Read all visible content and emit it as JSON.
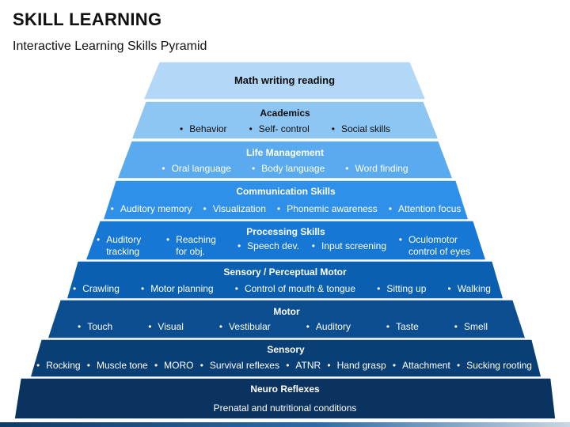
{
  "header": {
    "title": "SKILL LEARNING",
    "subtitle": "Interactive Learning Skills Pyramid"
  },
  "levels": [
    {
      "title": "Math writing reading",
      "items": [],
      "caption": "",
      "fill": "#b3d7f7",
      "text_color": "#0d0d0d"
    },
    {
      "title": "Academics",
      "items": [
        "Behavior",
        "Self- control",
        "Social skills"
      ],
      "caption": "",
      "fill": "#8ec6f3",
      "text_color": "#0d0d0d"
    },
    {
      "title": "Life Management",
      "items": [
        "Oral language",
        "Body language",
        "Word finding"
      ],
      "caption": "",
      "fill": "#5aaaf0",
      "text_color": "#ffffff"
    },
    {
      "title": "Communication Skills",
      "items": [
        "Auditory memory",
        "Visualization",
        "Phonemic awareness",
        "Attention focus"
      ],
      "caption": "",
      "fill": "#2f90ea",
      "text_color": "#ffffff"
    },
    {
      "title": "Processing Skills",
      "items": [
        "Auditory tracking",
        "Reaching for obj.",
        "Speech dev.",
        "Input screening",
        "Oculomotor control of eyes"
      ],
      "caption": "",
      "fill": "#1677d4",
      "text_color": "#ffffff"
    },
    {
      "title": "Sensory / Perceptual Motor",
      "items": [
        "Crawling",
        "Motor planning",
        "Control of mouth & tongue",
        "Sitting up",
        "Walking"
      ],
      "caption": "",
      "fill": "#0b5fb0",
      "text_color": "#ffffff"
    },
    {
      "title": "Motor",
      "items": [
        "Touch",
        "Visual",
        "Vestibular",
        "Auditory",
        "Taste",
        "Smell"
      ],
      "caption": "",
      "fill": "#0b4d8f",
      "text_color": "#ffffff"
    },
    {
      "title": "Sensory",
      "items": [
        "Rocking",
        "Muscle tone",
        "MORO",
        "Survival reflexes",
        "ATNR",
        "Hand grasp",
        "Attachment",
        "Sucking rooting"
      ],
      "caption": "",
      "fill": "#0a3f76",
      "text_color": "#ffffff"
    },
    {
      "title": "Neuro Reflexes",
      "items": [],
      "caption": "Prenatal and nutritional conditions",
      "fill": "#0a3360",
      "text_color": "#ffffff"
    }
  ]
}
